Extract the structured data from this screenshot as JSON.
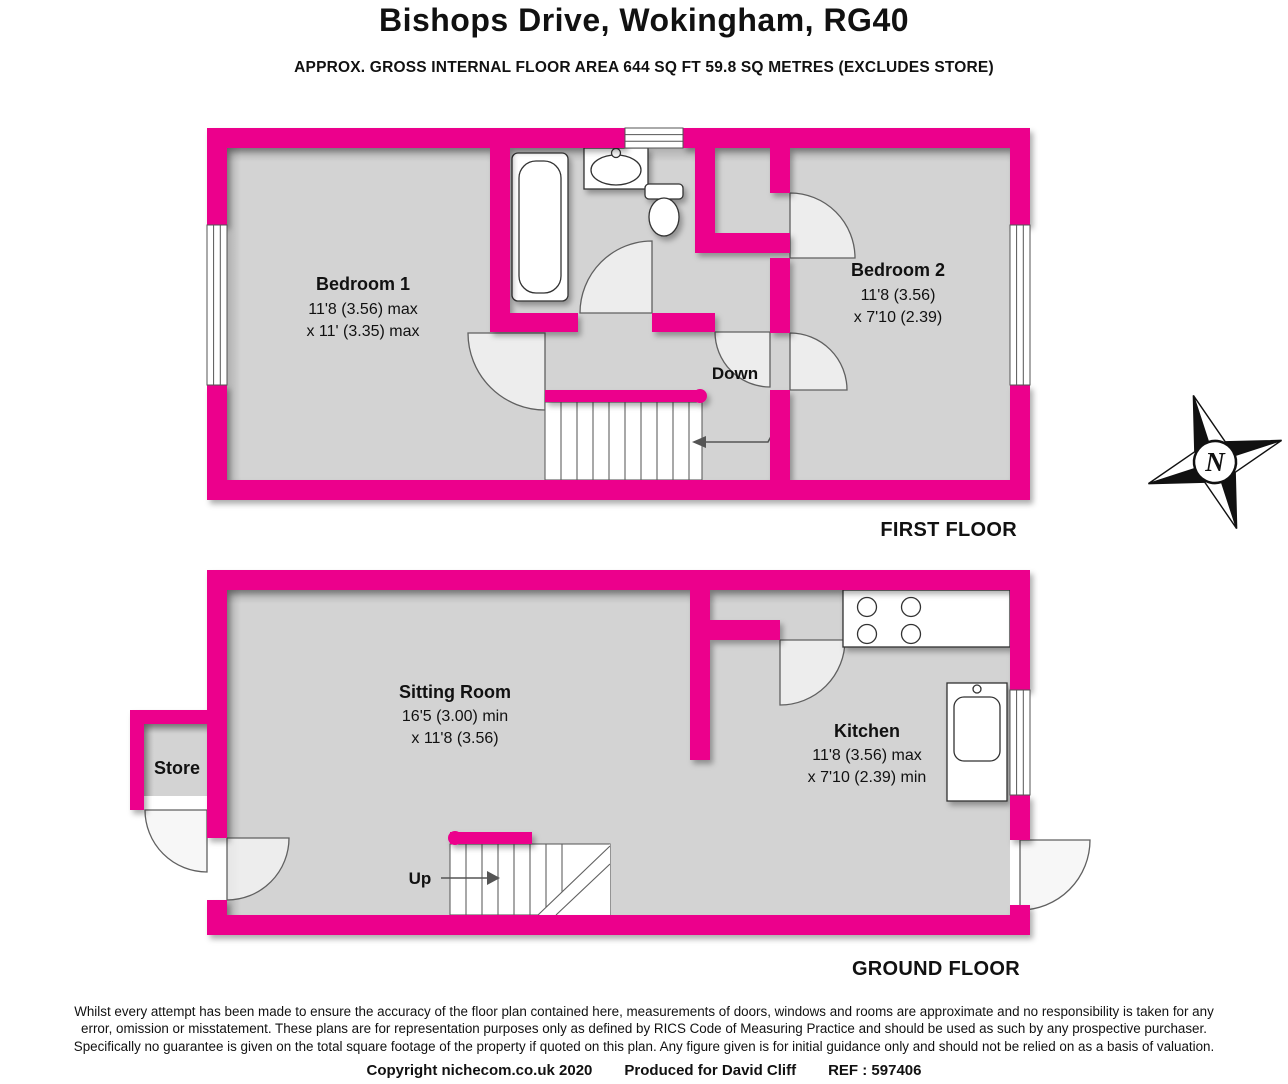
{
  "header": {
    "title": "Bishops Drive, Wokingham, RG40",
    "subtitle": "APPROX. GROSS INTERNAL FLOOR AREA 644 SQ FT 59.8 SQ METRES (EXCLUDES STORE)"
  },
  "first_floor": {
    "floor_label": "FIRST FLOOR",
    "bedroom1": {
      "name": "Bedroom 1",
      "dim_line1": "11'8 (3.56) max",
      "dim_line2": "x 11' (3.35) max"
    },
    "bedroom2": {
      "name": "Bedroom 2",
      "dim_line1": "11'8 (3.56)",
      "dim_line2": "x 7'10 (2.39)"
    },
    "stairs_label": "Down"
  },
  "ground_floor": {
    "floor_label": "GROUND FLOOR",
    "sitting_room": {
      "name": "Sitting Room",
      "dim_line1": "16'5 (3.00) min",
      "dim_line2": "x 11'8 (3.56)"
    },
    "kitchen": {
      "name": "Kitchen",
      "dim_line1": "11'8 (3.56) max",
      "dim_line2": "x 7'10 (2.39) min"
    },
    "store": {
      "name": "Store"
    },
    "stairs_label": "Up"
  },
  "compass": {
    "north_label": "N"
  },
  "footer": {
    "disclaimer_lines": [
      "Whilst every attempt has been made to ensure the accuracy of the floor plan contained here, measurements of doors, windows and rooms are approximate and no responsibility is taken for any",
      "error, omission or misstatement. These plans are for representation purposes only as defined by RICS Code of Measuring Practice and should be used as such by any prospective purchaser.",
      "Specifically no guarantee is given on the total square footage of the property if quoted on this plan. Any figure given is for initial guidance only and should not be relied on as a basis of valuation."
    ],
    "copyright": "Copyright nichecom.co.uk 2020",
    "produced": "Produced for David Cliff",
    "reference": "REF : 597406"
  },
  "colors": {
    "wall": "#EC008C",
    "floor": "#D3D3D3"
  }
}
